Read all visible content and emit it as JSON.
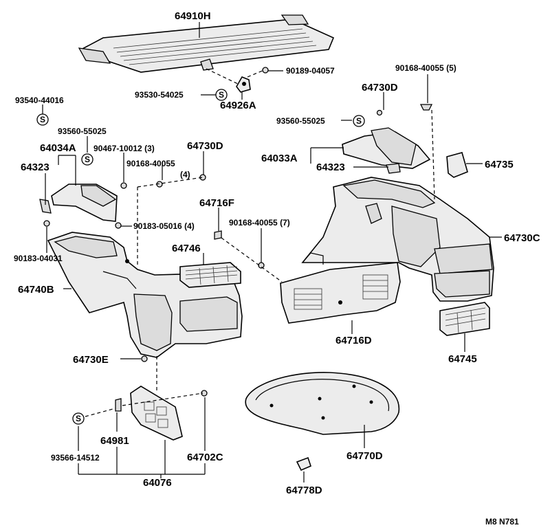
{
  "labels": {
    "p64910H": "64910H",
    "p90189_04057": "90189-04057",
    "p93530_54025": "93530-54025",
    "p64926A": "64926A",
    "p90168_40055_5": "90168-40055 (5)",
    "p64730D_r": "64730D",
    "p93540_44016": "93540-44016",
    "p93560_55025_l": "93560-55025",
    "p93560_55025_r": "93560-55025",
    "p64034A": "64034A",
    "p90467_10012": "90467-10012 (3)",
    "p64730D_l": "64730D",
    "p64323_l": "64323",
    "p90168_40055_l": "90168-40055",
    "p4": "(4)",
    "p64033A": "64033A",
    "p64323_r": "64323",
    "p64735": "64735",
    "p64716F": "64716F",
    "p90183_05016": "90183-05016 (4)",
    "p90168_40055_7": "90168-40055 (7)",
    "p64730C": "64730C",
    "p90183_04031": "90183-04031",
    "p64746": "64746",
    "p64740B": "64740B",
    "p64716D": "64716D",
    "p64745": "64745",
    "p64730E": "64730E",
    "p64981": "64981",
    "p93566_14512": "93566-14512",
    "p64702C": "64702C",
    "p64770D": "64770D",
    "p64076": "64076",
    "p64778D": "64778D",
    "footer": "M8  N781",
    "s": "S"
  }
}
